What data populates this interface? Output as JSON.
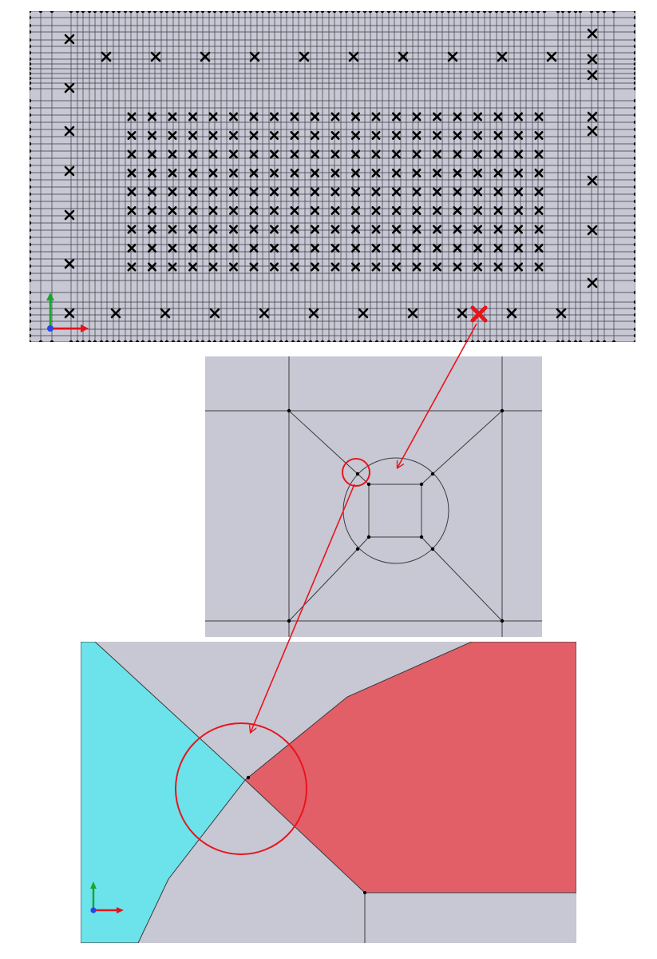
{
  "views": [
    {
      "id": "overview",
      "kind": "full mesh geometry"
    },
    {
      "id": "zoom-1",
      "kind": "single cell close-up"
    },
    {
      "id": "zoom-2",
      "kind": "vertex close-up with two adjacent regions"
    }
  ],
  "colors": {
    "background": "#c8c8d4",
    "mesh_line": "#2a2a2a",
    "node": "#000000",
    "highlight": "#e8141c",
    "callout": "#e8141c",
    "region_left": "#6ce3ea",
    "region_right": "#e35f68",
    "axis_x": "#e0141c",
    "axis_y": "#1aa52c",
    "axis_z": "#2a46e8"
  },
  "icons": [
    "axis-triad-icon",
    "axis-triad-icon"
  ]
}
